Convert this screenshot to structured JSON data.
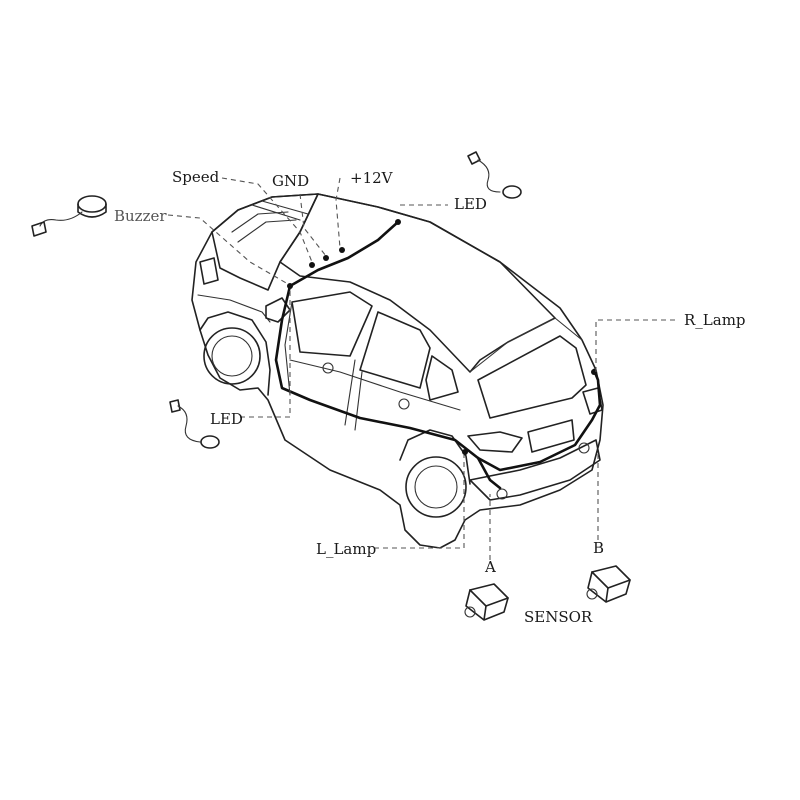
{
  "labels": {
    "speed": "Speed",
    "gnd": "GND",
    "plus12v": "+12V",
    "led_top": "LED",
    "buzzer": "Buzzer",
    "r_lamp": "R_Lamp",
    "led_left": "LED",
    "l_lamp": "L_Lamp",
    "sensor_a": "A",
    "sensor_b": "B",
    "sensor": "SENSOR"
  }
}
